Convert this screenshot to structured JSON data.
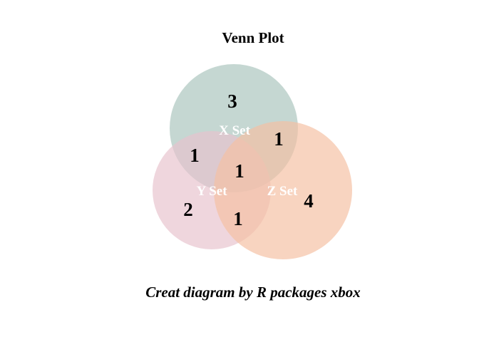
{
  "title": "Venn Plot",
  "caption": "Creat diagram by R packages xbox",
  "sets": [
    {
      "name": "X Set",
      "color": "#a9c4bd"
    },
    {
      "name": "Y Set",
      "color": "#e7c3cd"
    },
    {
      "name": "Z Set",
      "color": "#f5c0a2"
    }
  ],
  "regions": {
    "x_only": "3",
    "x_and_z": "1",
    "x_and_y": "1",
    "x_y_z": "1",
    "y_only": "2",
    "y_and_z": "1",
    "z_only": "4"
  }
}
